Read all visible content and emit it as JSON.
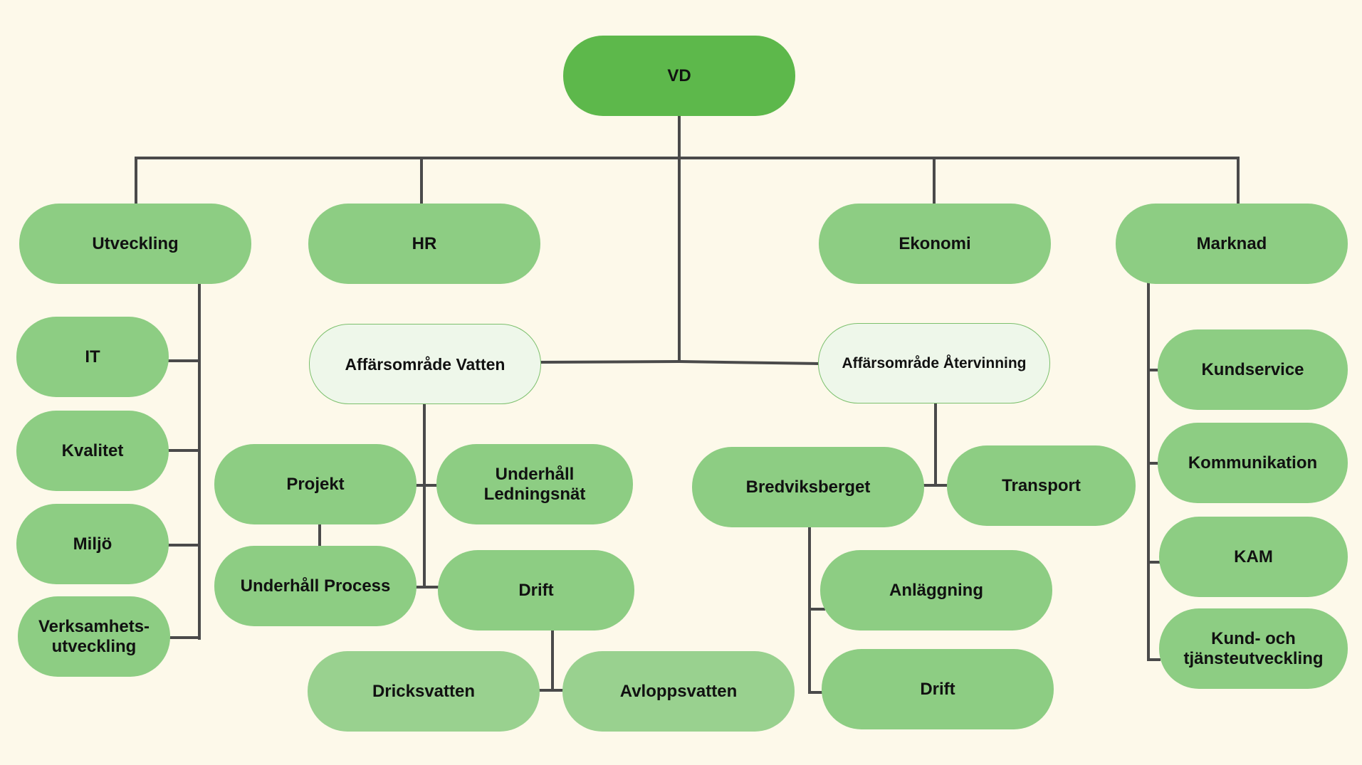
{
  "org": {
    "vd": "VD",
    "utveckling": "Utveckling",
    "hr": "HR",
    "ekonomi": "Ekonomi",
    "marknad": "Marknad",
    "it": "IT",
    "kvalitet": "Kvalitet",
    "miljo": "Miljö",
    "verksamhetsutveckling": "Verksamhets-\nutveckling",
    "affarsomrade_vatten": "Affärsområde Vatten",
    "affarsomrade_atervinning": "Affärsområde Återvinning",
    "projekt": "Projekt",
    "underhall_ledningsnat": "Underhåll\nLedningsnät",
    "underhall_process": "Underhåll Process",
    "drift_vatten": "Drift",
    "dricksvatten": "Dricksvatten",
    "avloppsvatten": "Avloppsvatten",
    "bredviksberget": "Bredviksberget",
    "transport": "Transport",
    "anlaggning": "Anläggning",
    "drift_atervinning": "Drift",
    "kundservice": "Kundservice",
    "kommunikation": "Kommunikation",
    "kam": "KAM",
    "kund_och_tjansteutveckling": "Kund- och\ntjänsteutveckling"
  }
}
